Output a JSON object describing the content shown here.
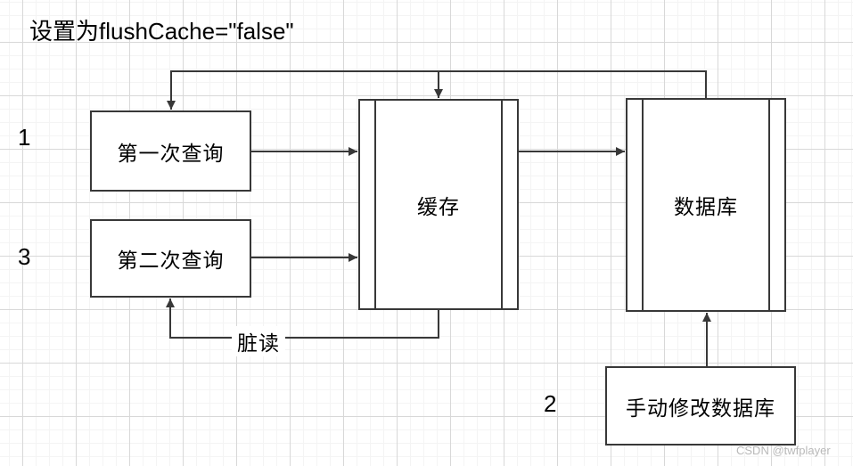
{
  "title": "设置为flushCache=\"false\"",
  "nodes": {
    "query1": {
      "label": "第一次查询",
      "badge": "1"
    },
    "query2": {
      "label": "第二次查询",
      "badge": "3"
    },
    "cache": {
      "label": "缓存"
    },
    "database": {
      "label": "数据库"
    },
    "manual": {
      "label": "手动修改数据库",
      "badge": "2"
    }
  },
  "edges": {
    "dirty_read_label": "脏读"
  },
  "watermark": "CSDN @twfplayer",
  "colors": {
    "stroke": "#383838",
    "grid_major": "#d8d8d8",
    "grid_minor": "#f4f4f4",
    "watermark": "#b9b9b9",
    "background": "#ffffff"
  }
}
